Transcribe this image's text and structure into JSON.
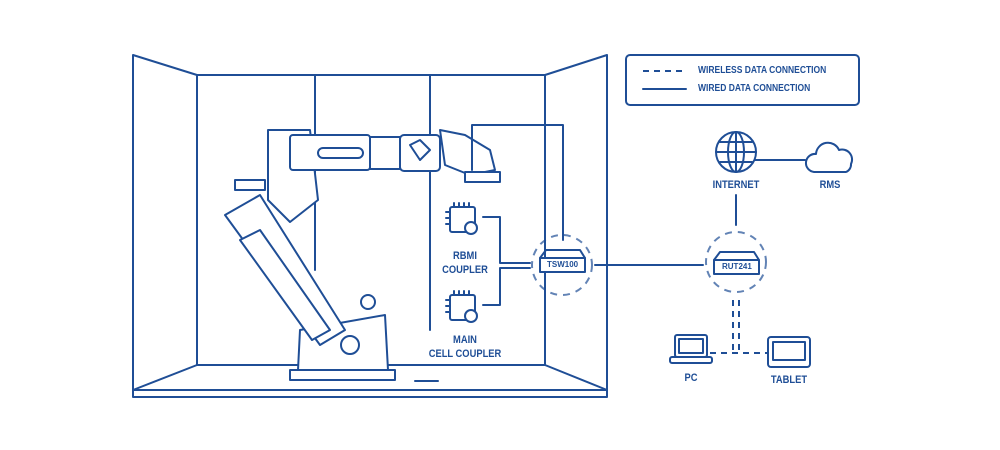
{
  "legend": {
    "wireless": "WIRELESS DATA CONNECTION",
    "wired": "WIRED DATA CONNECTION"
  },
  "nodes": {
    "internet": "INTERNET",
    "rms": "RMS",
    "rbmi_line1": "RBMI",
    "rbmi_line2": "COUPLER",
    "main_line1": "MAIN",
    "main_line2": "CELL COUPLER",
    "switch": "TSW100",
    "router": "RUT241",
    "pc": "PC",
    "tablet": "TABLET"
  },
  "colors": {
    "primary": "#1f4e96"
  }
}
